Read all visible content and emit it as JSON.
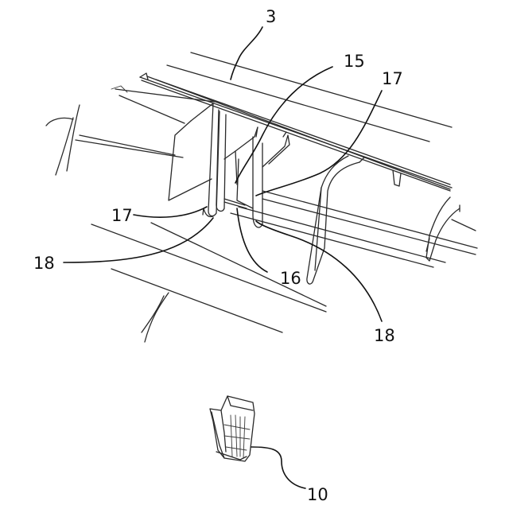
{
  "labels": {
    "ref_3": "3",
    "ref_15": "15",
    "ref_17_right": "17",
    "ref_17_left": "17",
    "ref_18_left": "18",
    "ref_16": "16",
    "ref_18_right": "18",
    "ref_10": "10"
  }
}
